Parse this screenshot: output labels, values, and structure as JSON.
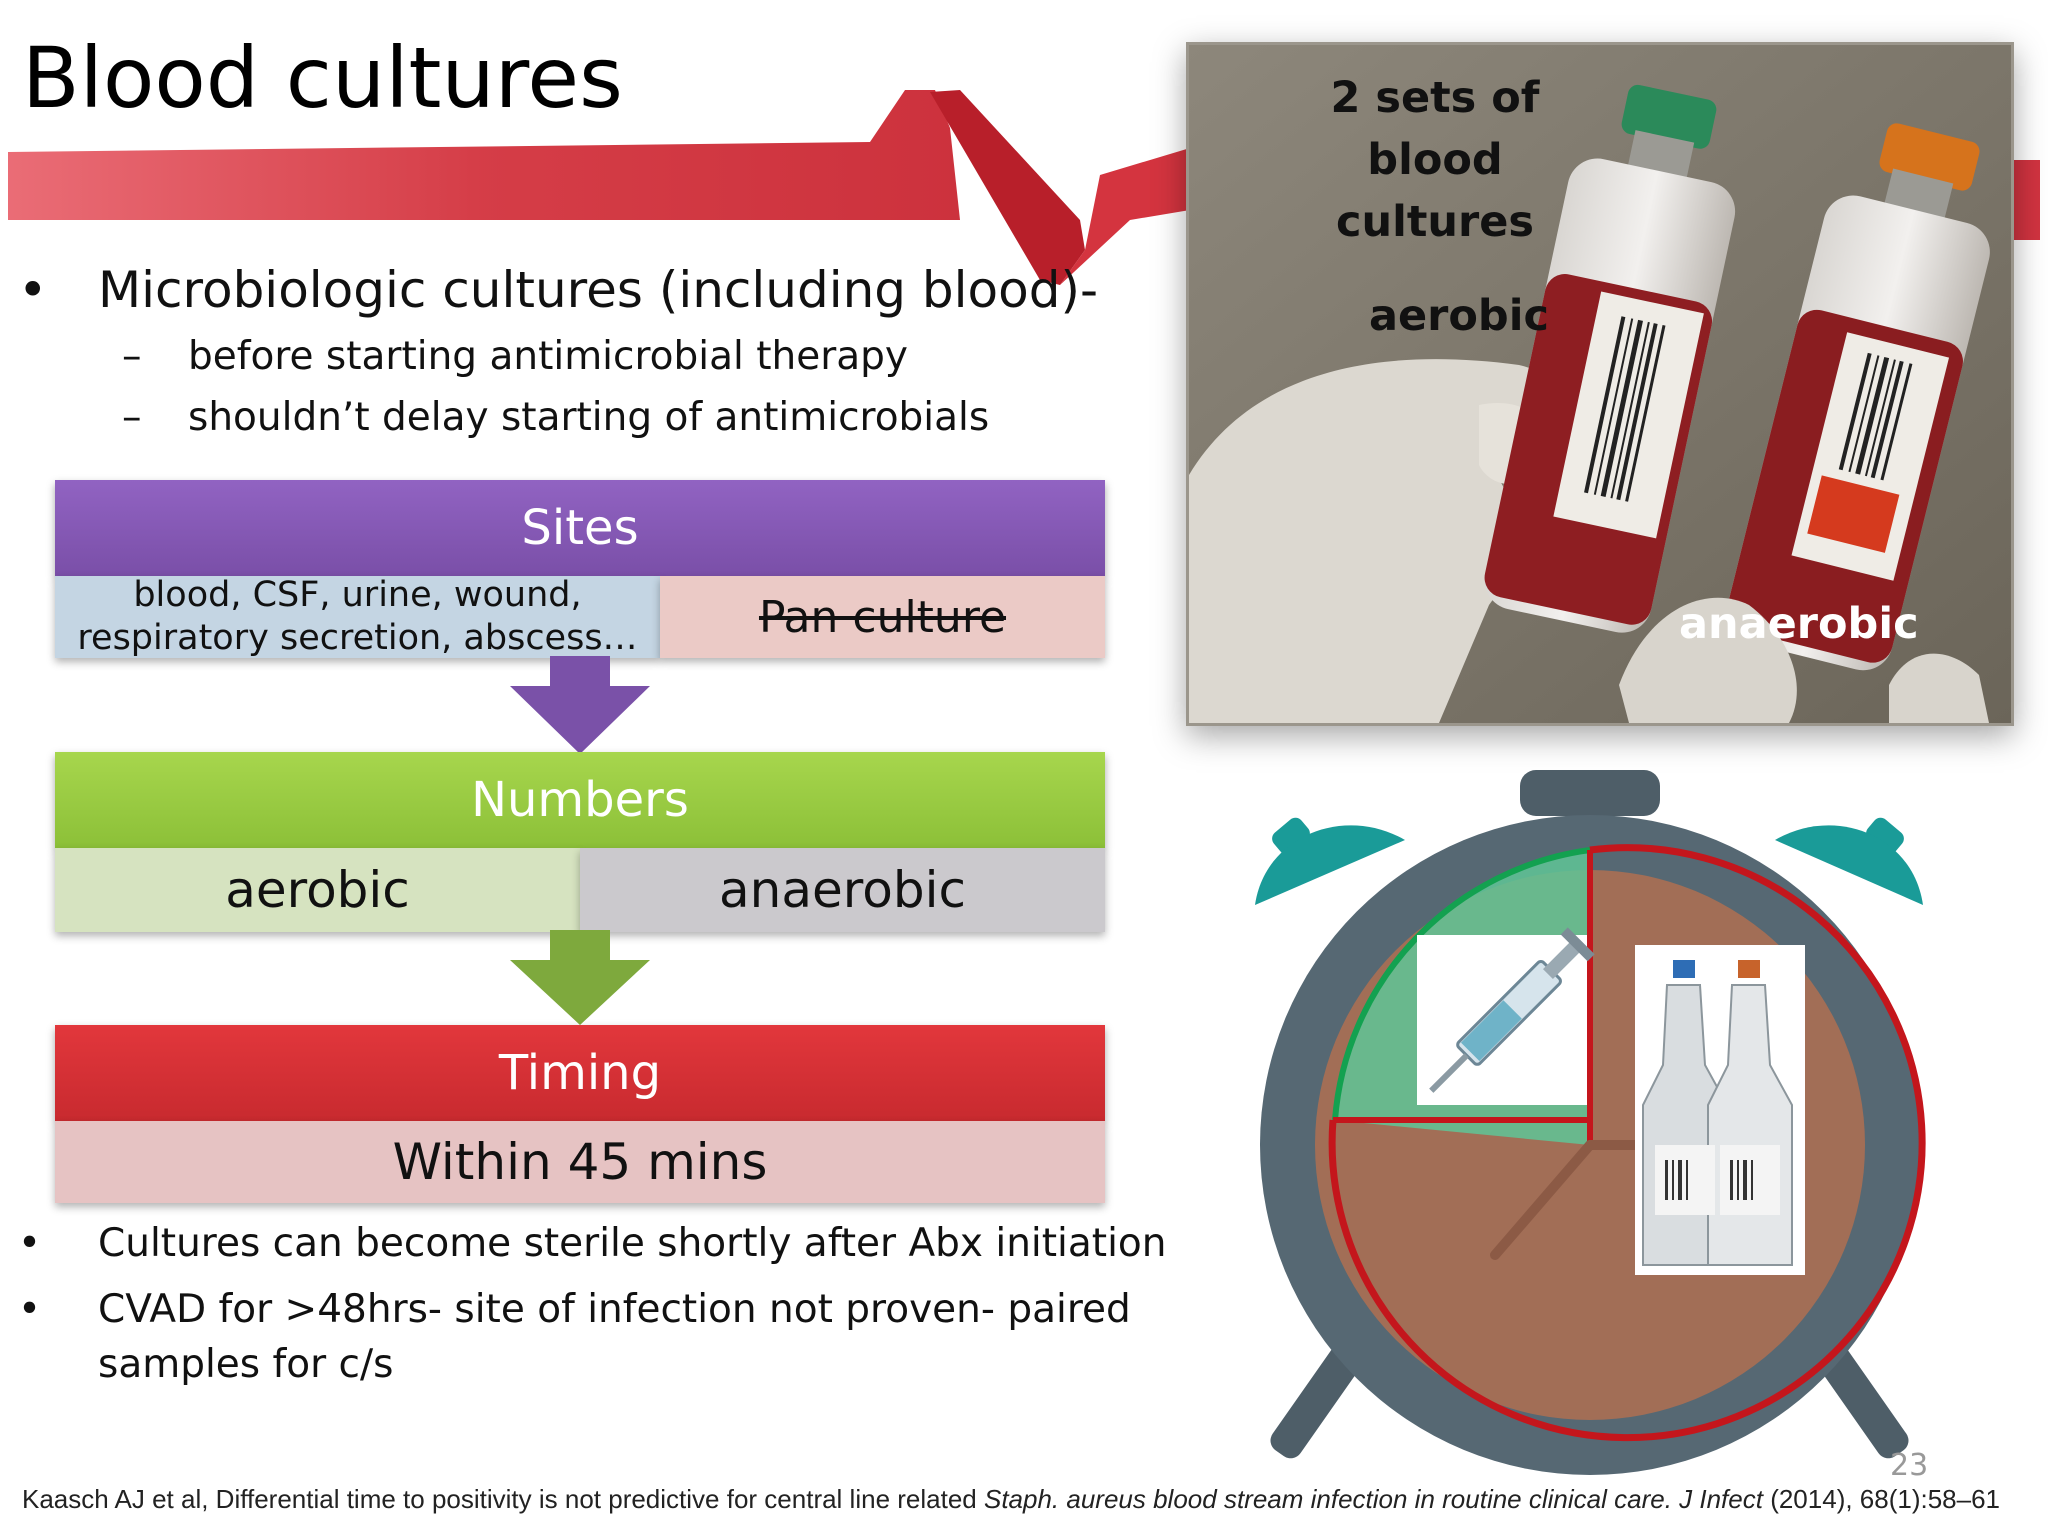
{
  "slide": {
    "title": "Blood cultures",
    "page_number": "23"
  },
  "bullets_top": {
    "main": "Microbiologic cultures (including blood)-",
    "subs": [
      "before starting antimicrobial therapy",
      "shouldn’t  delay starting of antimicrobials"
    ]
  },
  "flow": {
    "sites": {
      "header": "Sites",
      "left_line1": "blood, CSF, urine, wound,",
      "left_line2": "respiratory secretion, abscess…",
      "right": "Pan culture"
    },
    "numbers": {
      "header": "Numbers",
      "left": "aerobic",
      "right": "anaerobic"
    },
    "timing": {
      "header": "Timing",
      "value": "Within 45 mins"
    }
  },
  "bullets_bottom": [
    "Cultures can become sterile shortly after Abx initiation",
    "CVAD for >48hrs- site of infection not proven- paired",
    "samples for c/s"
  ],
  "photo": {
    "caption_line1": "2 sets of",
    "caption_line2": "blood cultures",
    "label_aerobic": "aerobic",
    "label_anaerobic": "anaerobic"
  },
  "citation": {
    "part1": "Kaasch AJ et al, Differential time to positivity is not predictive for central line related ",
    "italic1": "Staph. aureus blood stream infection in routine clinical care. J Infect",
    "part2": " (2014), 68(1):58–61"
  },
  "colors": {
    "ribbon": "#d93a44",
    "sites_header": "#8a5cb8",
    "sites_left": "#c4d5e3",
    "sites_right": "#ebcac6",
    "numbers_header": "#9dcc44",
    "numbers_left": "#d6e3c0",
    "numbers_right": "#cbc9cd",
    "timing_header": "#d62e33",
    "timing_value": "#e6c3c3",
    "clock_body": "#566873",
    "clock_face": "#a26e56",
    "clock_bells": "#1a9b98",
    "clock_green": "#5fc597"
  }
}
